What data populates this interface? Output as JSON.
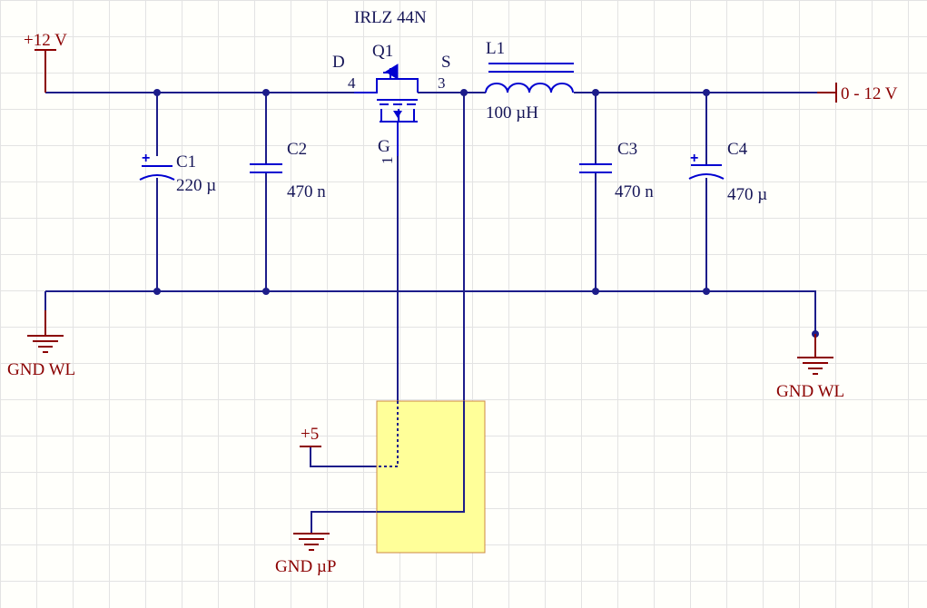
{
  "power": {
    "vin_label": "+12 V",
    "vout_label": "0 -  12 V",
    "gnd_left_label": "GND WL",
    "gnd_right_label": "GND WL",
    "plus5_label": "+5",
    "gnd_up_label": "GND µP"
  },
  "components": {
    "c1": {
      "ref": "C1",
      "value": "220 µ"
    },
    "c2": {
      "ref": "C2",
      "value": "470 n"
    },
    "c3": {
      "ref": "C3",
      "value": "470 n"
    },
    "c4": {
      "ref": "C4",
      "value": "470 µ"
    },
    "q1": {
      "ref": "Q1",
      "part": "IRLZ 44N",
      "drain": "D",
      "source": "S",
      "gate": "G",
      "pin_drain": "4",
      "pin_source": "3",
      "pin_gate": "1"
    },
    "l1": {
      "ref": "L1",
      "value": "100 µH"
    }
  },
  "polarity_mark": "+",
  "colors": {
    "wire": "#1d1d8a",
    "component": "#0000d0",
    "power": "#8b0000",
    "module_fill": "#ffff99",
    "module_border": "#cc8844"
  }
}
